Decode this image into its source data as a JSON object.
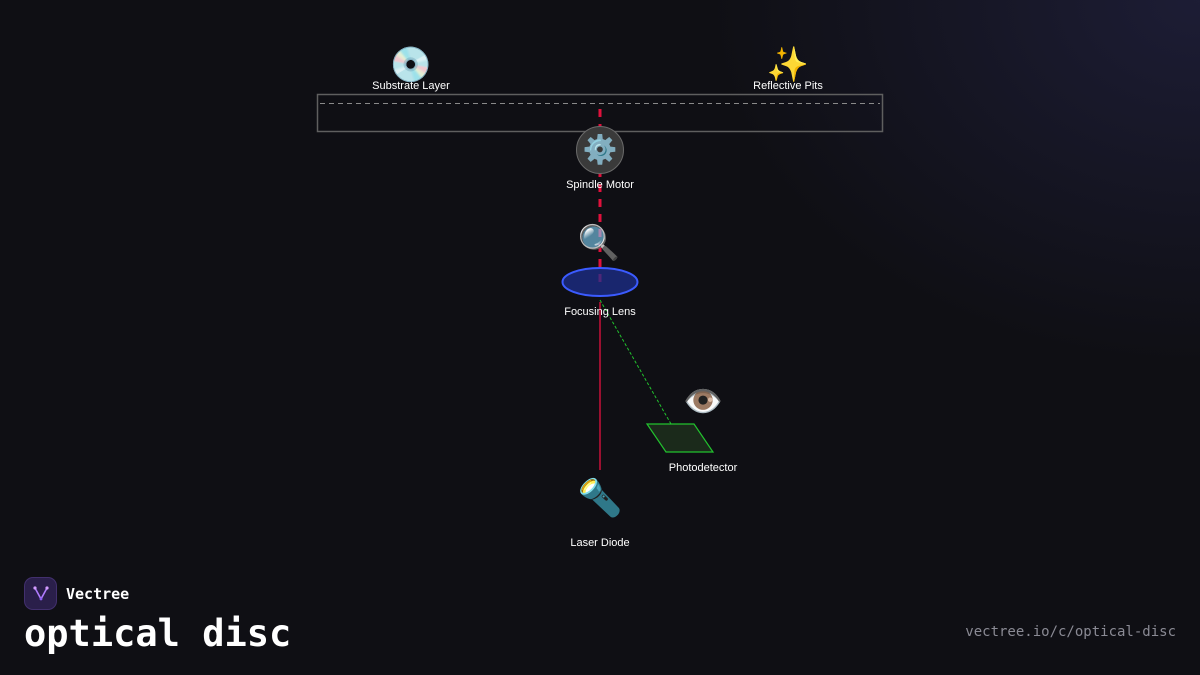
{
  "components": {
    "substrate_layer": {
      "label": "Substrate Layer",
      "icon": "optical-disc-icon",
      "glyph": "💿"
    },
    "reflective_pits": {
      "label": "Reflective Pits",
      "icon": "sparkles-icon",
      "glyph": "✨"
    },
    "spindle_motor": {
      "label": "Spindle Motor",
      "icon": "gear-icon",
      "glyph": "⚙️"
    },
    "focusing_lens": {
      "label": "Focusing Lens",
      "icon": "magnifying-glass-icon",
      "glyph": "🔍"
    },
    "photodetector": {
      "label": "Photodetector",
      "icon": "eye-icon",
      "glyph": "👁️"
    },
    "laser_diode": {
      "label": "Laser Diode",
      "icon": "flashlight-icon",
      "glyph": "🔦"
    }
  },
  "colors": {
    "background": "#0f0f14",
    "laser_beam": "#e0103c",
    "reflected_beam": "#22c22e",
    "lens": "#3b5bff",
    "disc_outline": "#6b6b6b"
  },
  "brand": {
    "name": "Vectree"
  },
  "title": "optical disc",
  "url": "vectree.io/c/optical-disc"
}
